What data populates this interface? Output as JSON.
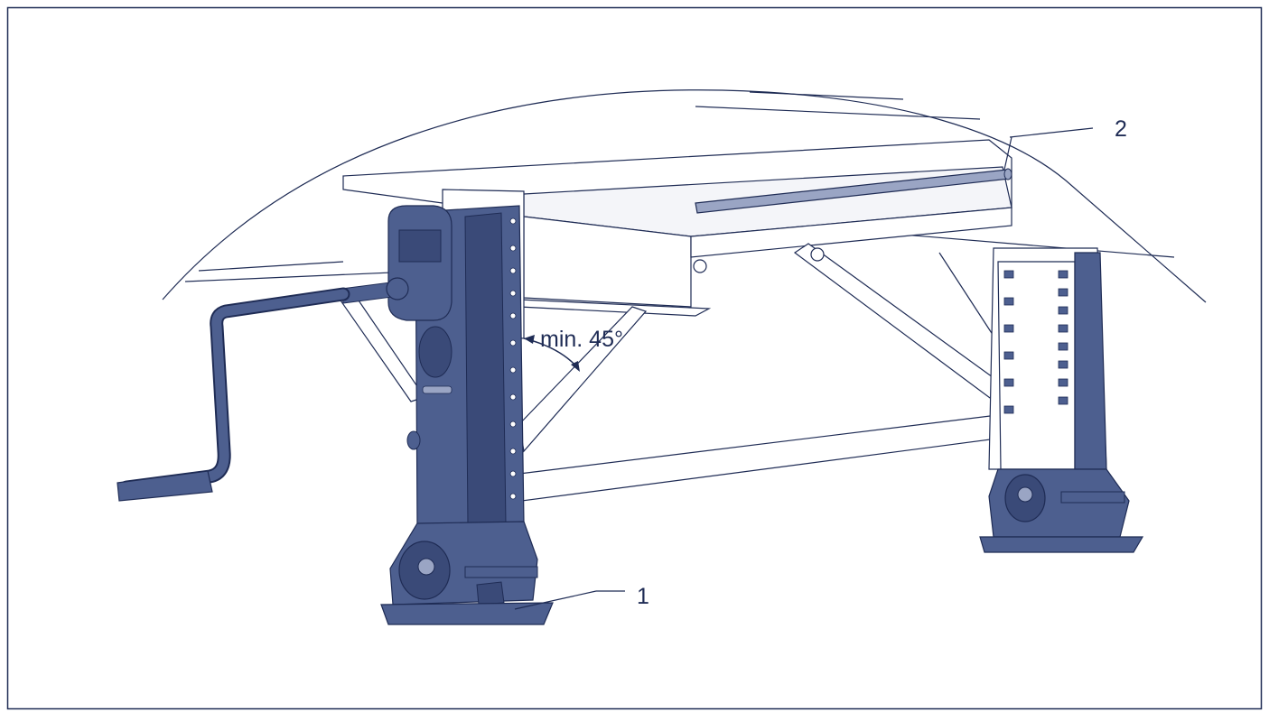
{
  "colors": {
    "outline": "#1f2c55",
    "jack_fill": "#4d5f8f",
    "jack_dark": "#3a4a78",
    "frame_fill": "#ffffff",
    "frame_shade": "#e6e8f0",
    "rod_fill": "#9aa5c4",
    "label": "#1f2c55",
    "background": "#ffffff"
  },
  "labels": {
    "callout_1": "1",
    "callout_2": "2",
    "angle": "min. 45°"
  },
  "icons": {
    "logo": "bpw-logo-icon"
  }
}
